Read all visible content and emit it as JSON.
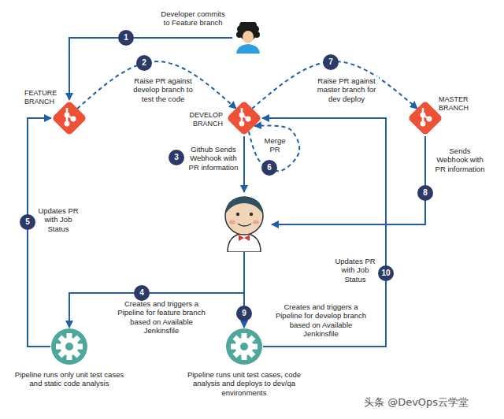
{
  "diagram": {
    "nodes": [
      {
        "text": []
      },
      {
        "text": [
          "FEATURE BRANCH"
        ]
      },
      {
        "text": [
          "DEVELOP BRANCH"
        ]
      },
      {
        "text": [
          "MASTER BRANCH"
        ]
      },
      {
        "text": []
      },
      {
        "text": [
          "Pipeline runs only unit test cases and static code analysis"
        ]
      },
      {
        "text": [
          "Pipeline runs unit test cases, code analysis and deploys to dev/qa environments"
        ]
      }
    ],
    "edges": [
      {
        "from": 0,
        "to": 1,
        "arrow": "to",
        "label": "Developer commits to Feature branch"
      },
      {
        "from": 1,
        "to": 2,
        "arrow": "to",
        "label": "Raise PR against develop branch to test the code"
      },
      {
        "from": 2,
        "to": 4,
        "arrow": "to",
        "label": "Github Sends Webhook with PR information"
      },
      {
        "from": 4,
        "to": 5,
        "arrow": "to",
        "label": "Creates and triggers a Pipeline for feature branch based on Available Jenkinsfile"
      },
      {
        "from": 5,
        "to": 1,
        "arrow": "to",
        "label": "Updates PR with Job Status"
      },
      {
        "from": 2,
        "to": 2,
        "arrow": "to",
        "label": "Merge PR"
      },
      {
        "from": 2,
        "to": 3,
        "arrow": "to",
        "label": "Raise PR against master branch for dev deploy"
      },
      {
        "from": 3,
        "to": 4,
        "arrow": "to",
        "label": "Sends Webhook with PR information"
      },
      {
        "from": 4,
        "to": 6,
        "arrow": "to",
        "label": "Creates and triggers a Pipeline for develop branch based on Available Jenkinsfile"
      },
      {
        "from": 6,
        "to": 2,
        "arrow": "to",
        "label": "Updates PR with Job Status"
      }
    ],
    "labels": [
      "1",
      "2",
      "3",
      "4",
      "5",
      "6",
      "7",
      "8",
      "9",
      "10",
      "头条 @DevOps云学堂"
    ]
  }
}
